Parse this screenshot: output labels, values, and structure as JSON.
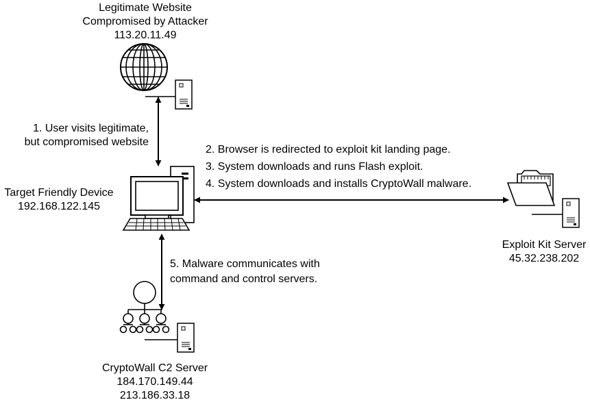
{
  "nodes": {
    "website": {
      "title": "Legitimate Website",
      "subtitle": "Compromised by Attacker",
      "ip": "113.20.11.49"
    },
    "target": {
      "title": "Target Friendly Device",
      "ip": "192.168.122.145"
    },
    "exploit_server": {
      "title": "Exploit Kit Server",
      "ip": "45.32.238.202"
    },
    "c2_server": {
      "title": "CryptoWall C2 Server",
      "ip1": "184.170.149.44",
      "ip2": "213.186.33.18"
    }
  },
  "steps": {
    "step1_line1": "1. User visits legitimate,",
    "step1_line2": "but compromised website",
    "step2": "2. Browser is redirected to exploit kit landing page.",
    "step3": "3. System downloads and runs Flash exploit.",
    "step4": "4. System downloads and installs CryptoWall malware.",
    "step5_line1": "5. Malware communicates with",
    "step5_line2": "command and control servers."
  },
  "icons": [
    "globe-icon",
    "server-icon",
    "desktop-computer-icon",
    "folder-icon",
    "network-hierarchy-icon"
  ],
  "colors": {
    "ink": "#000000",
    "background": "#ffffff"
  }
}
